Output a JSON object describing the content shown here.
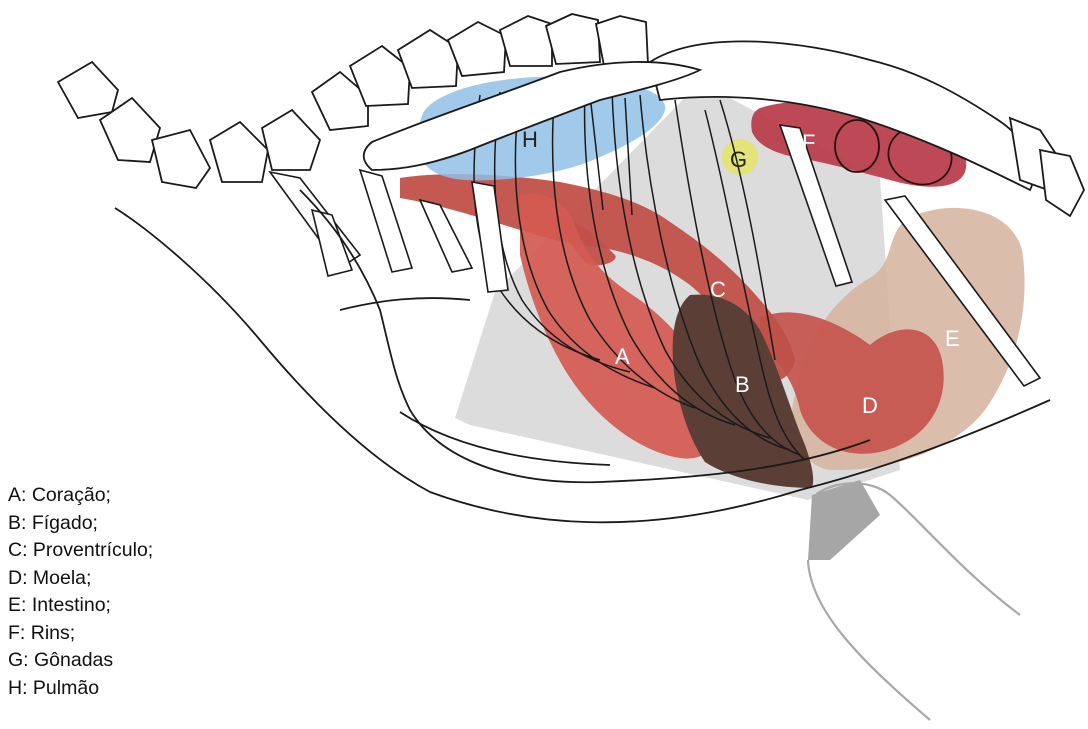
{
  "diagram": {
    "organ_labels": {
      "A": "A",
      "B": "B",
      "C": "C",
      "D": "D",
      "E": "E",
      "F": "F",
      "G": "G",
      "H": "H"
    },
    "colors": {
      "heart": "#d45a50",
      "liver": "#5b3f36",
      "proventriculus": "#c05048",
      "gizzard": "#c65650",
      "intestine": "#d6b4a0",
      "kidneys": "#b83a48",
      "gonads": "#e3e36a",
      "lungs": "#90c0e6",
      "scan_sector": "#bfbfbf"
    }
  },
  "legend": [
    {
      "key": "A",
      "text": "A: Coração;"
    },
    {
      "key": "B",
      "text": "B: Fígado;"
    },
    {
      "key": "C",
      "text": "C: Proventrículo;"
    },
    {
      "key": "D",
      "text": "D: Moela;"
    },
    {
      "key": "E",
      "text": "E: Intestino;"
    },
    {
      "key": "F",
      "text": "F: Rins;"
    },
    {
      "key": "G",
      "text": "G: Gônadas"
    },
    {
      "key": "H",
      "text": "H: Pulmão"
    }
  ]
}
